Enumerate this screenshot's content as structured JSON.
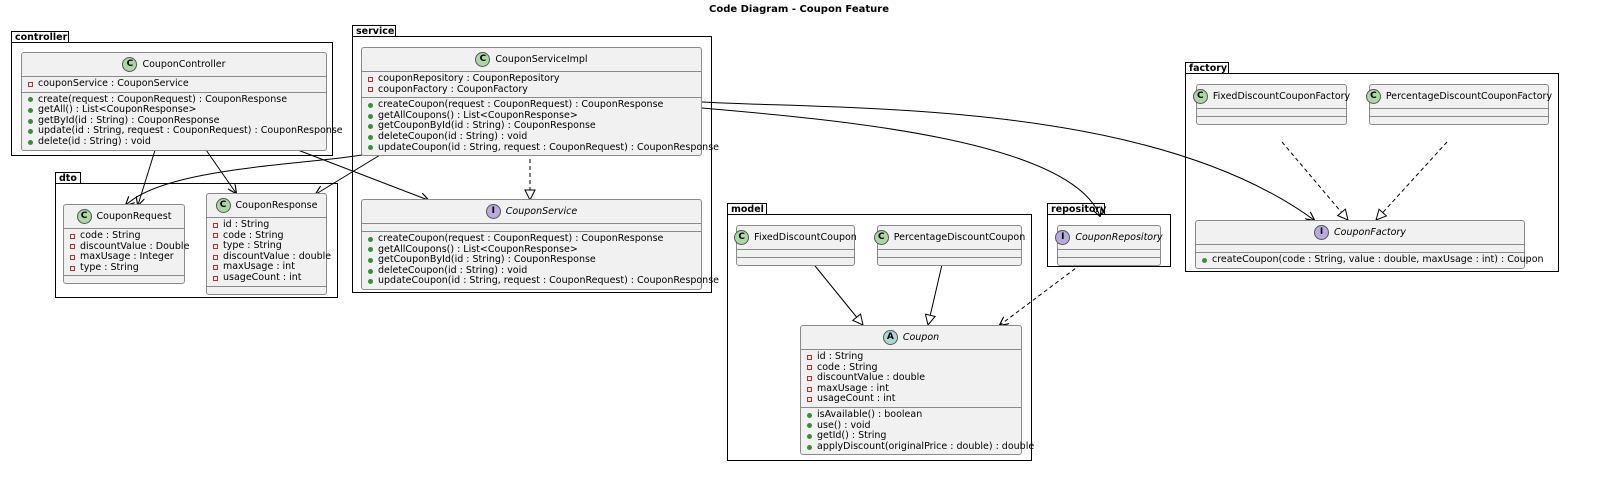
{
  "title": "Code Diagram - Coupon Feature",
  "packages": {
    "controller": "controller",
    "dto": "dto",
    "service": "service",
    "model": "model",
    "repository": "repository",
    "factory": "factory"
  },
  "classes": {
    "coupon_controller": {
      "name": "CouponController",
      "attributes": [
        "couponService : CouponService"
      ],
      "methods": [
        "create(request : CouponRequest) : CouponResponse",
        "getAll() : List<CouponResponse>",
        "getById(id : String) : CouponResponse",
        "update(id : String, request : CouponRequest) : CouponResponse",
        "delete(id : String) : void"
      ]
    },
    "coupon_request": {
      "name": "CouponRequest",
      "attributes": [
        "code : String",
        "discountValue : Double",
        "maxUsage : Integer",
        "type : String"
      ]
    },
    "coupon_response": {
      "name": "CouponResponse",
      "attributes": [
        "id : String",
        "code : String",
        "type : String",
        "discountValue : double",
        "maxUsage : int",
        "usageCount : int"
      ]
    },
    "coupon_service_impl": {
      "name": "CouponServiceImpl",
      "attributes": [
        "couponRepository : CouponRepository",
        "couponFactory : CouponFactory"
      ],
      "methods": [
        "createCoupon(request : CouponRequest) : CouponResponse",
        "getAllCoupons() : List<CouponResponse>",
        "getCouponById(id : String) : CouponResponse",
        "deleteCoupon(id : String) : void",
        "updateCoupon(id : String, request : CouponRequest) : CouponResponse"
      ]
    },
    "coupon_service": {
      "name": "CouponService",
      "methods": [
        "createCoupon(request : CouponRequest) : CouponResponse",
        "getAllCoupons() : List<CouponResponse>",
        "getCouponById(id : String) : CouponResponse",
        "deleteCoupon(id : String) : void",
        "updateCoupon(id : String, request : CouponRequest) : CouponResponse"
      ]
    },
    "fixed_discount_coupon": {
      "name": "FixedDiscountCoupon"
    },
    "percentage_discount_coupon": {
      "name": "PercentageDiscountCoupon"
    },
    "coupon": {
      "name": "Coupon",
      "attributes": [
        "id : String",
        "code : String",
        "discountValue : double",
        "maxUsage : int",
        "usageCount : int"
      ],
      "methods": [
        "isAvailable() : boolean",
        "use() : void",
        "getId() : String",
        "applyDiscount(originalPrice : double) : double"
      ]
    },
    "coupon_repository": {
      "name": "CouponRepository"
    },
    "fixed_discount_coupon_factory": {
      "name": "FixedDiscountCouponFactory"
    },
    "percentage_discount_coupon_factory": {
      "name": "PercentageDiscountCouponFactory"
    },
    "coupon_factory": {
      "name": "CouponFactory",
      "methods": [
        "createCoupon(code : String, value : double, maxUsage : int) : Coupon"
      ]
    }
  },
  "stereotypes": {
    "class": "C",
    "interface": "I",
    "abstract": "A"
  },
  "colors": {
    "class_fill": "#f1f1f1",
    "class_border": "#8a8a8a",
    "class_marker": "#acd6a4",
    "interface_marker": "#b9a9dc",
    "abstract_marker": "#a9d9d6",
    "private_marker": "#b82d2d",
    "public_marker": "#3c8c3c"
  },
  "relations": [
    {
      "from": "CouponController",
      "to": "CouponRequest",
      "type": "dependency"
    },
    {
      "from": "CouponController",
      "to": "CouponResponse",
      "type": "dependency"
    },
    {
      "from": "CouponController",
      "to": "CouponService",
      "type": "dependency"
    },
    {
      "from": "CouponServiceImpl",
      "to": "CouponRequest",
      "type": "dependency"
    },
    {
      "from": "CouponServiceImpl",
      "to": "CouponResponse",
      "type": "dependency"
    },
    {
      "from": "CouponServiceImpl",
      "to": "CouponService",
      "type": "realization"
    },
    {
      "from": "CouponServiceImpl",
      "to": "CouponRepository",
      "type": "dependency"
    },
    {
      "from": "CouponServiceImpl",
      "to": "CouponFactory",
      "type": "dependency"
    },
    {
      "from": "FixedDiscountCoupon",
      "to": "Coupon",
      "type": "inheritance"
    },
    {
      "from": "PercentageDiscountCoupon",
      "to": "Coupon",
      "type": "inheritance"
    },
    {
      "from": "CouponRepository",
      "to": "Coupon",
      "type": "dependency-dashed"
    },
    {
      "from": "FixedDiscountCouponFactory",
      "to": "CouponFactory",
      "type": "realization"
    },
    {
      "from": "PercentageDiscountCouponFactory",
      "to": "CouponFactory",
      "type": "realization"
    }
  ]
}
